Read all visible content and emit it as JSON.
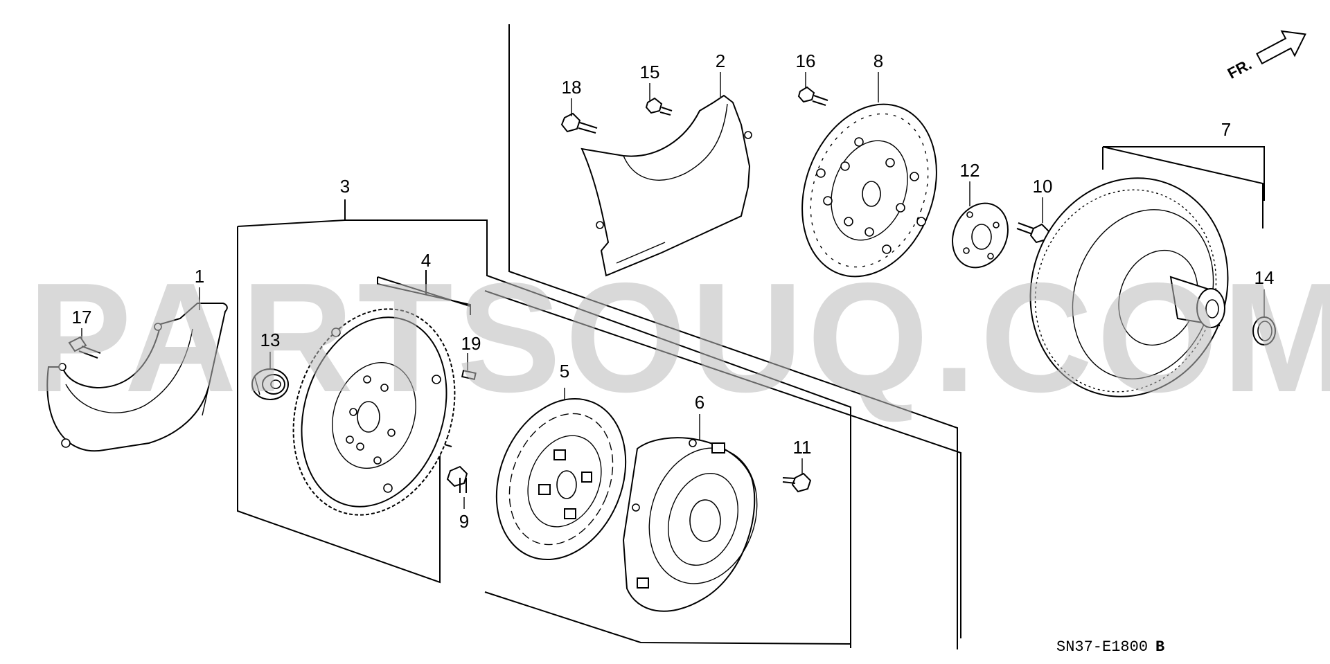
{
  "watermark": "PARTSOUQ.COM",
  "diagram_code": "SN37-E1800",
  "diagram_revision": "B",
  "direction_label": "FR.",
  "callouts": [
    "1",
    "2",
    "3",
    "4",
    "5",
    "6",
    "7",
    "8",
    "9",
    "10",
    "11",
    "12",
    "13",
    "14",
    "15",
    "16",
    "17",
    "18",
    "19"
  ]
}
